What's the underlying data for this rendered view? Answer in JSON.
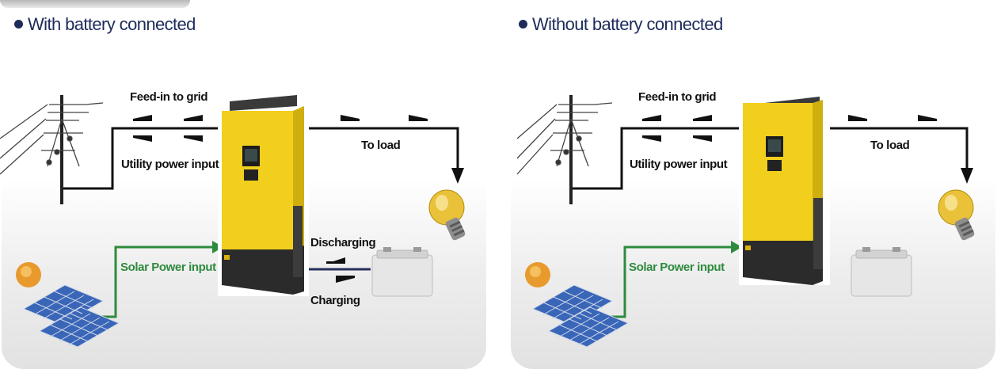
{
  "left": {
    "heading": "With battery connected",
    "feed_in": "Feed-in to grid",
    "utility": "Utility power input",
    "to_load": "To load",
    "solar": "Solar Power input",
    "discharging": "Discharging",
    "charging": "Charging"
  },
  "right": {
    "heading": "Without battery connected",
    "feed_in": "Feed-in to grid",
    "utility": "Utility power input",
    "to_load": "To load",
    "solar": "Solar Power input"
  },
  "colors": {
    "inverter_yellow": "#f2cf1c",
    "inverter_dark": "#2b2b2b",
    "solar_line": "#2e8b3e",
    "battery_line": "#27305e",
    "heading": "#1c2b5a"
  },
  "icons": [
    "grid-tower-icon",
    "inverter-icon",
    "light-bulb-icon",
    "sun-icon",
    "solar-panel-icon",
    "battery-icon"
  ]
}
